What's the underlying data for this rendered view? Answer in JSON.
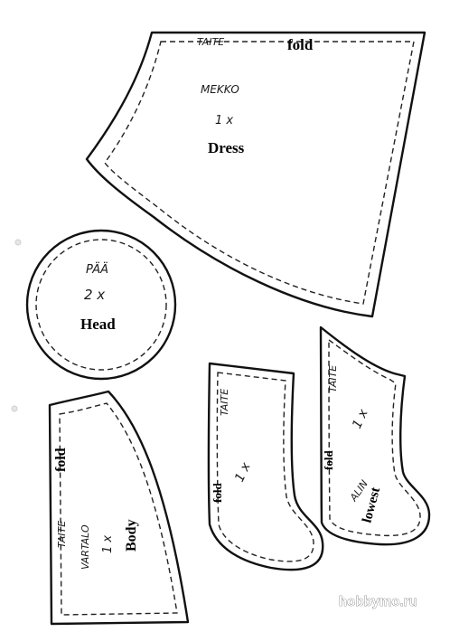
{
  "dress": {
    "fold_fi": "TAITE",
    "fold_en": "fold",
    "name_fi": "MEKKO",
    "count": "1 x",
    "name_en": "Dress"
  },
  "head": {
    "name_fi": "PÄÄ",
    "count": "2 x",
    "name_en": "Head"
  },
  "body_piece": {
    "fold_fi": "TAITE",
    "fold_en": "fold",
    "name_fi": "VARTALO",
    "count": "1 x",
    "name_en": "Body"
  },
  "sock_left": {
    "fold_fi": "TAITE",
    "fold_en": "fold",
    "count": "1 x"
  },
  "sock_right": {
    "fold_fi": "TAITE",
    "fold_en": "fold",
    "count": "1 x",
    "name_fi": "ALIN",
    "name_en": "lowest"
  },
  "watermark": {
    "text": "hobbymo.ru"
  },
  "colors": {
    "ink": "#111111",
    "paper": "#ffffff"
  }
}
